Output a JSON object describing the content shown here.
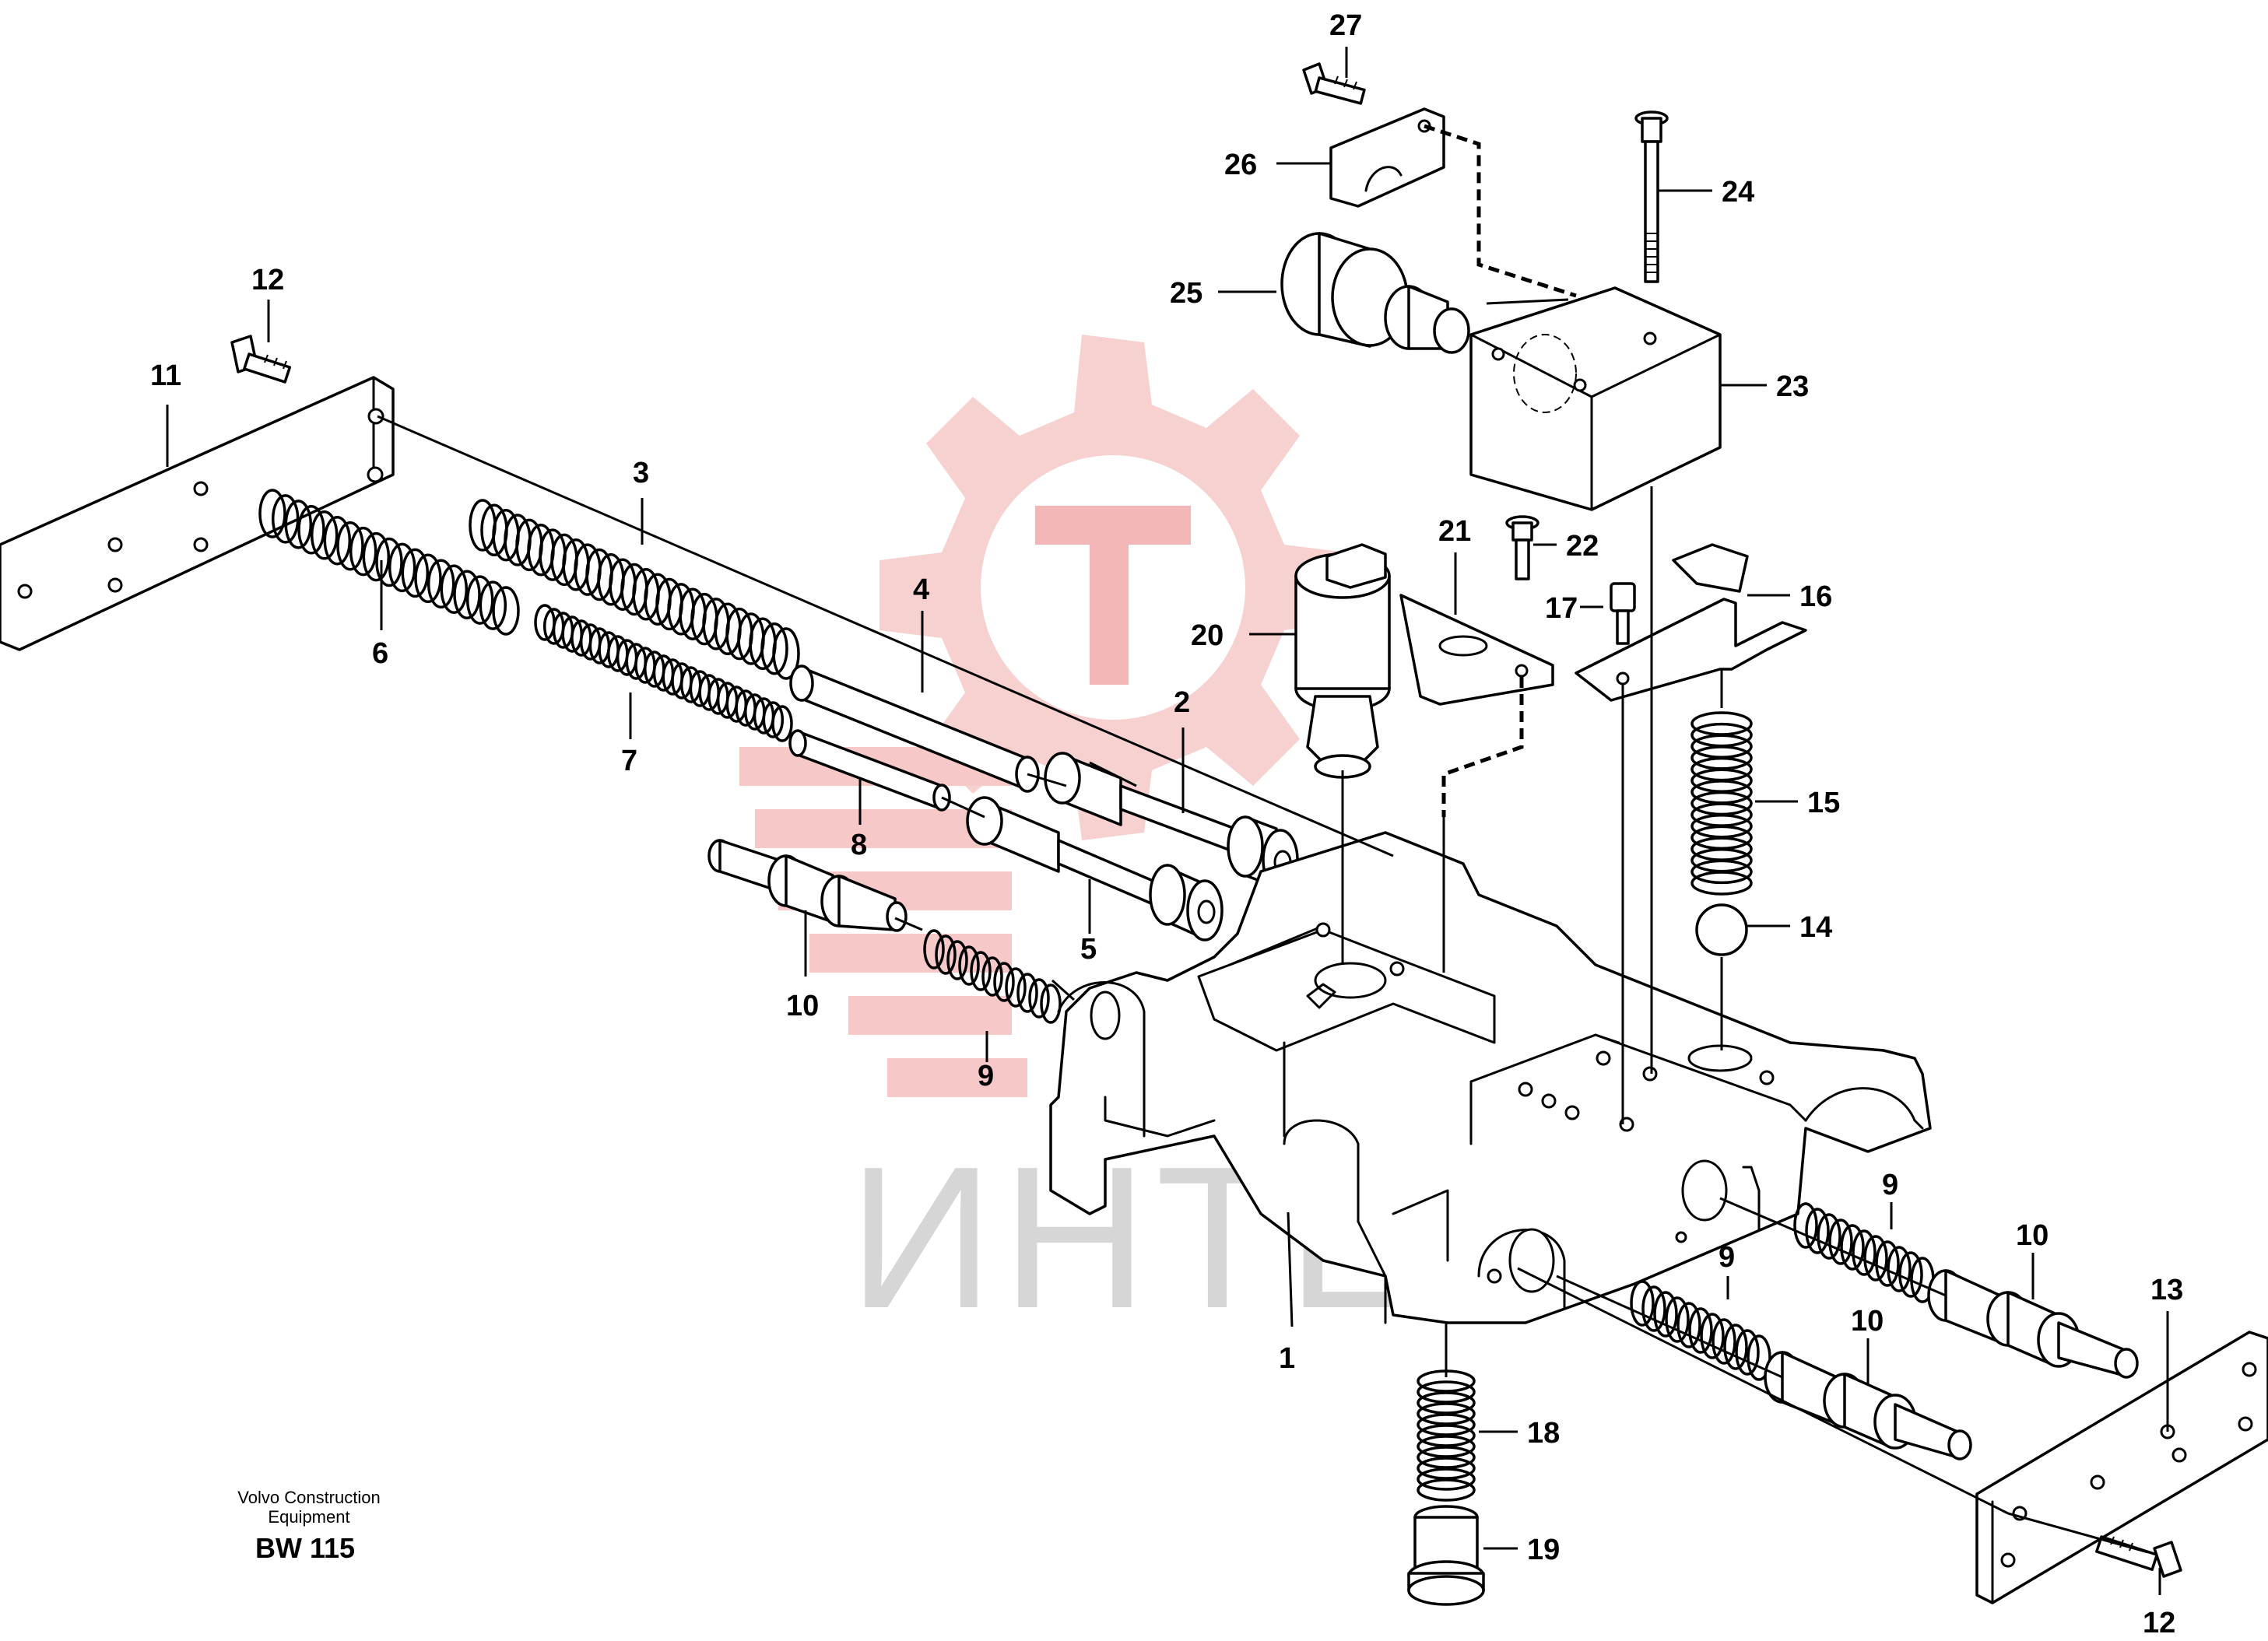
{
  "watermark": {
    "text": "ИНТЕХ",
    "logo_color": "#f6c8c8",
    "text_color": "#d6d6d6"
  },
  "credit": {
    "line1": "Volvo Construction",
    "line2": "Equipment"
  },
  "drawing_code": "BW 115",
  "callouts": {
    "c1": "1",
    "c2": "2",
    "c3": "3",
    "c4": "4",
    "c5": "5",
    "c6": "6",
    "c7": "7",
    "c8": "8",
    "c9a": "9",
    "c9b": "9",
    "c9c": "9",
    "c10a": "10",
    "c10b": "10",
    "c10c": "10",
    "c11": "11",
    "c12a": "12",
    "c12b": "12",
    "c13": "13",
    "c14": "14",
    "c15": "15",
    "c16": "16",
    "c17": "17",
    "c18": "18",
    "c19": "19",
    "c20": "20",
    "c21": "21",
    "c22": "22",
    "c23": "23",
    "c24": "24",
    "c25": "25",
    "c26": "26",
    "c27": "27"
  }
}
